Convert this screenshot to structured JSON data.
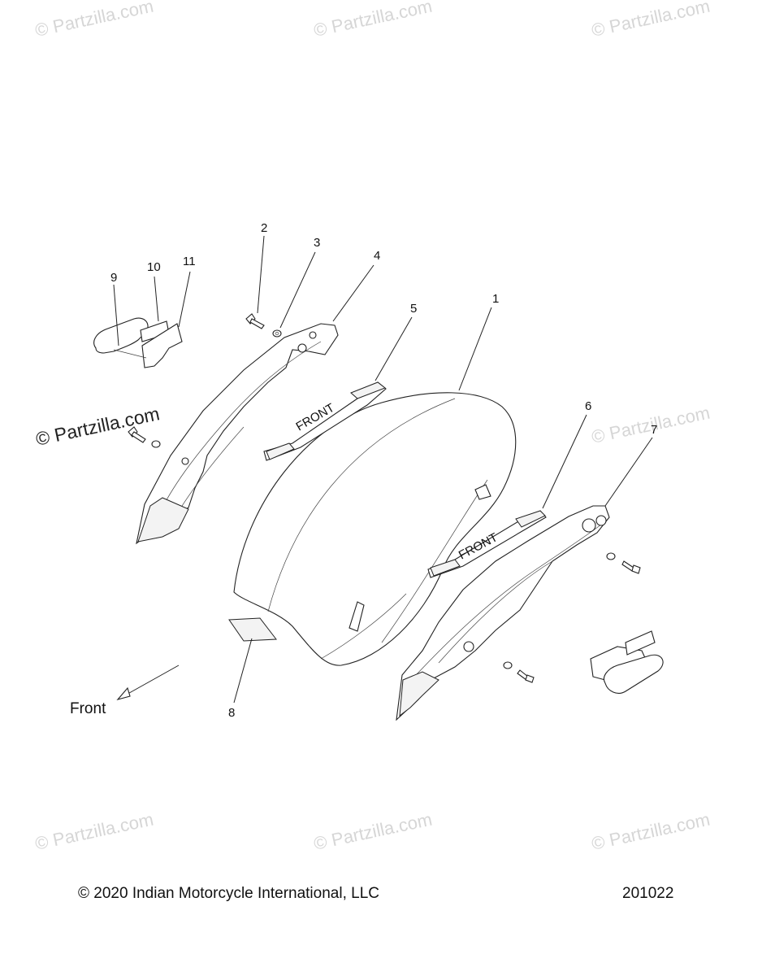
{
  "watermark": {
    "text": "© Partzilla.com"
  },
  "callouts": {
    "c1": "1",
    "c2": "2",
    "c3": "3",
    "c4": "4",
    "c5": "5",
    "c6": "6",
    "c7": "7",
    "c8": "8",
    "c9": "9",
    "c10": "10",
    "c11": "11"
  },
  "direction_label": "Front",
  "footer": {
    "copyright": "© 2020 Indian Motorcycle International, LLC",
    "diagram_number": "201022"
  },
  "colors": {
    "line": "#222222",
    "watermark": "#d6d6d6"
  }
}
